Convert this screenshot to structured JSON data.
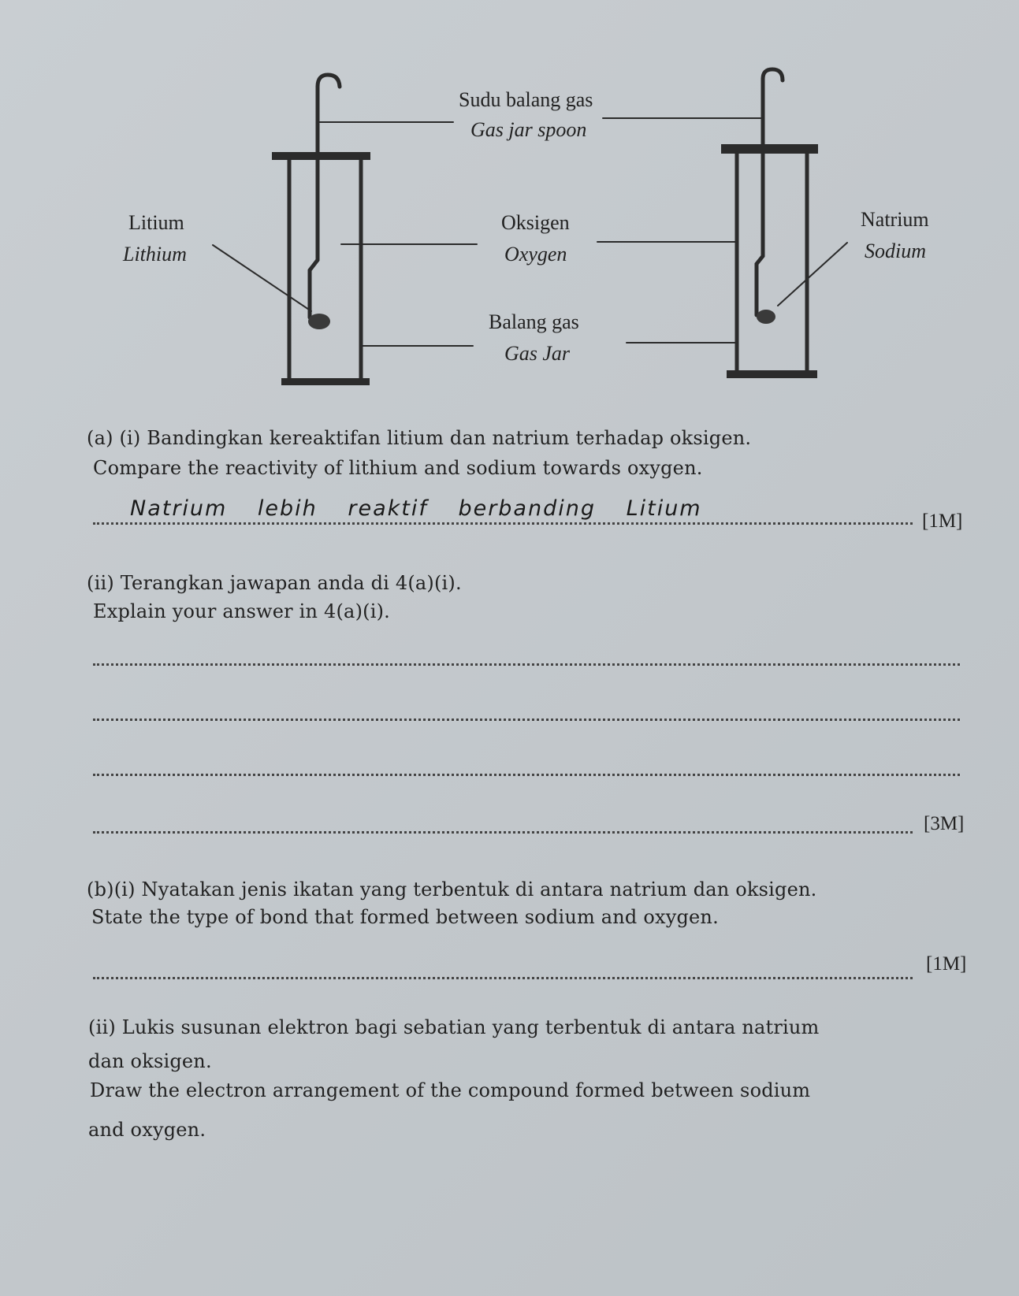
{
  "diagram": {
    "labels": {
      "spoon_ms": "Sudu balang gas",
      "spoon_en": "Gas jar spoon",
      "lithium_ms": "Litium",
      "lithium_en": "Lithium",
      "oxygen_ms": "Oksigen",
      "oxygen_en": "Oxygen",
      "sodium_ms": "Natrium",
      "sodium_en": "Sodium",
      "jar_ms": "Balang gas",
      "jar_en": "Gas Jar"
    }
  },
  "questions": {
    "a_i": {
      "text_ms": "(a) (i) Bandingkan kereaktifan litium dan natrium terhadap oksigen.",
      "text_en": "Compare the reactivity of lithium and sodium towards oxygen.",
      "answer": "Natrium lebih reaktif berbanding Litium",
      "marks": "[1M]"
    },
    "a_ii": {
      "text_ms": "(ii) Terangkan jawapan anda di 4(a)(i).",
      "text_en": "Explain your answer in 4(a)(i).",
      "marks": "[3M]"
    },
    "b_i": {
      "text_ms": "(b)(i) Nyatakan jenis ikatan yang terbentuk di antara natrium dan oksigen.",
      "text_en": "State the type of bond that formed between sodium and oxygen.",
      "marks": "[1M]"
    },
    "b_ii": {
      "text_ms_1": "(ii) Lukis susunan elektron bagi sebatian yang terbentuk di antara natrium",
      "text_ms_2": "dan oksigen.",
      "text_en_1": "Draw the electron arrangement of the compound formed between sodium",
      "text_en_2": "and oxygen."
    }
  }
}
